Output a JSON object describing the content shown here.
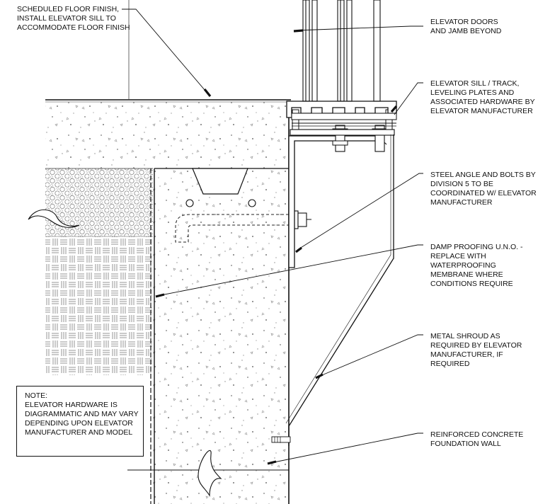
{
  "callouts": {
    "floor_finish": [
      "SCHEDULED FLOOR FINISH,",
      "INSTALL ELEVATOR SILL TO",
      "ACCOMMODATE FLOOR FINISH"
    ],
    "doors": [
      "ELEVATOR DOORS",
      "AND JAMB BEYOND"
    ],
    "sill": [
      "ELEVATOR SILL / TRACK,",
      "LEVELING PLATES AND",
      "ASSOCIATED HARDWARE BY",
      "ELEVATOR MANUFACTURER"
    ],
    "angle": [
      "STEEL ANGLE AND BOLTS BY",
      "DIVISION 5 TO BE",
      "COORDINATED W/ ELEVATOR",
      "MANUFACTURER"
    ],
    "damp": [
      "DAMP PROOFING U.N.O. -",
      "REPLACE WITH",
      "WATERPROOFING",
      "MEMBRANE WHERE",
      "CONDITIONS REQUIRE"
    ],
    "shroud": [
      "METAL SHROUD AS",
      "REQUIRED BY ELEVATOR",
      "MANUFACTURER, IF",
      "REQUIRED"
    ],
    "foundation": [
      "REINFORCED CONCRETE",
      "FOUNDATION WALL"
    ]
  },
  "note": [
    "NOTE:",
    "ELEVATOR HARDWARE IS",
    "DIAGRAMMATIC AND MAY VARY",
    "DEPENDING UPON ELEVATOR",
    "MANUFACTURER AND MODEL"
  ]
}
